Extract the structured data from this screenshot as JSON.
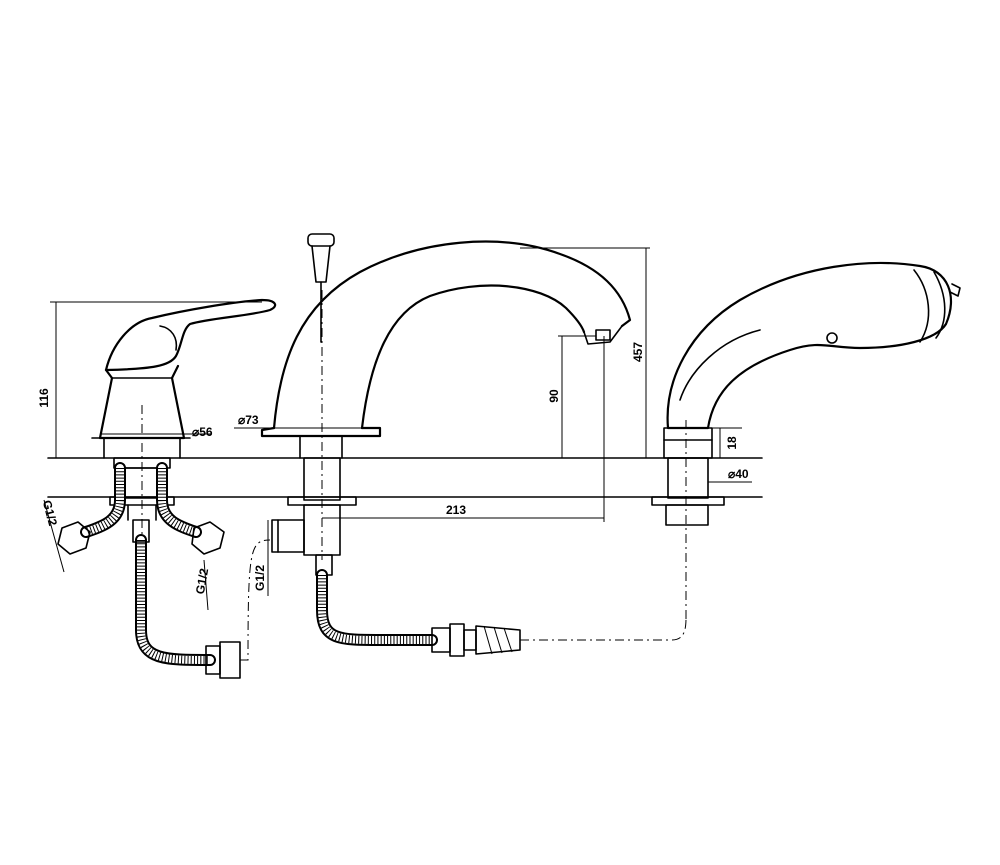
{
  "dimensions": {
    "mixer_height": "116",
    "mixer_diameter": "⌀56",
    "spout_diameter": "⌀73",
    "spout_reach": "213",
    "spout_clearance": "90",
    "total_height": "457",
    "shower_holder_height": "18",
    "shower_holder_diameter": "⌀40"
  },
  "threads": {
    "inlet_left": "G1/2",
    "inlet_right": "G1/2",
    "diverter_outlet": "G1/2"
  }
}
